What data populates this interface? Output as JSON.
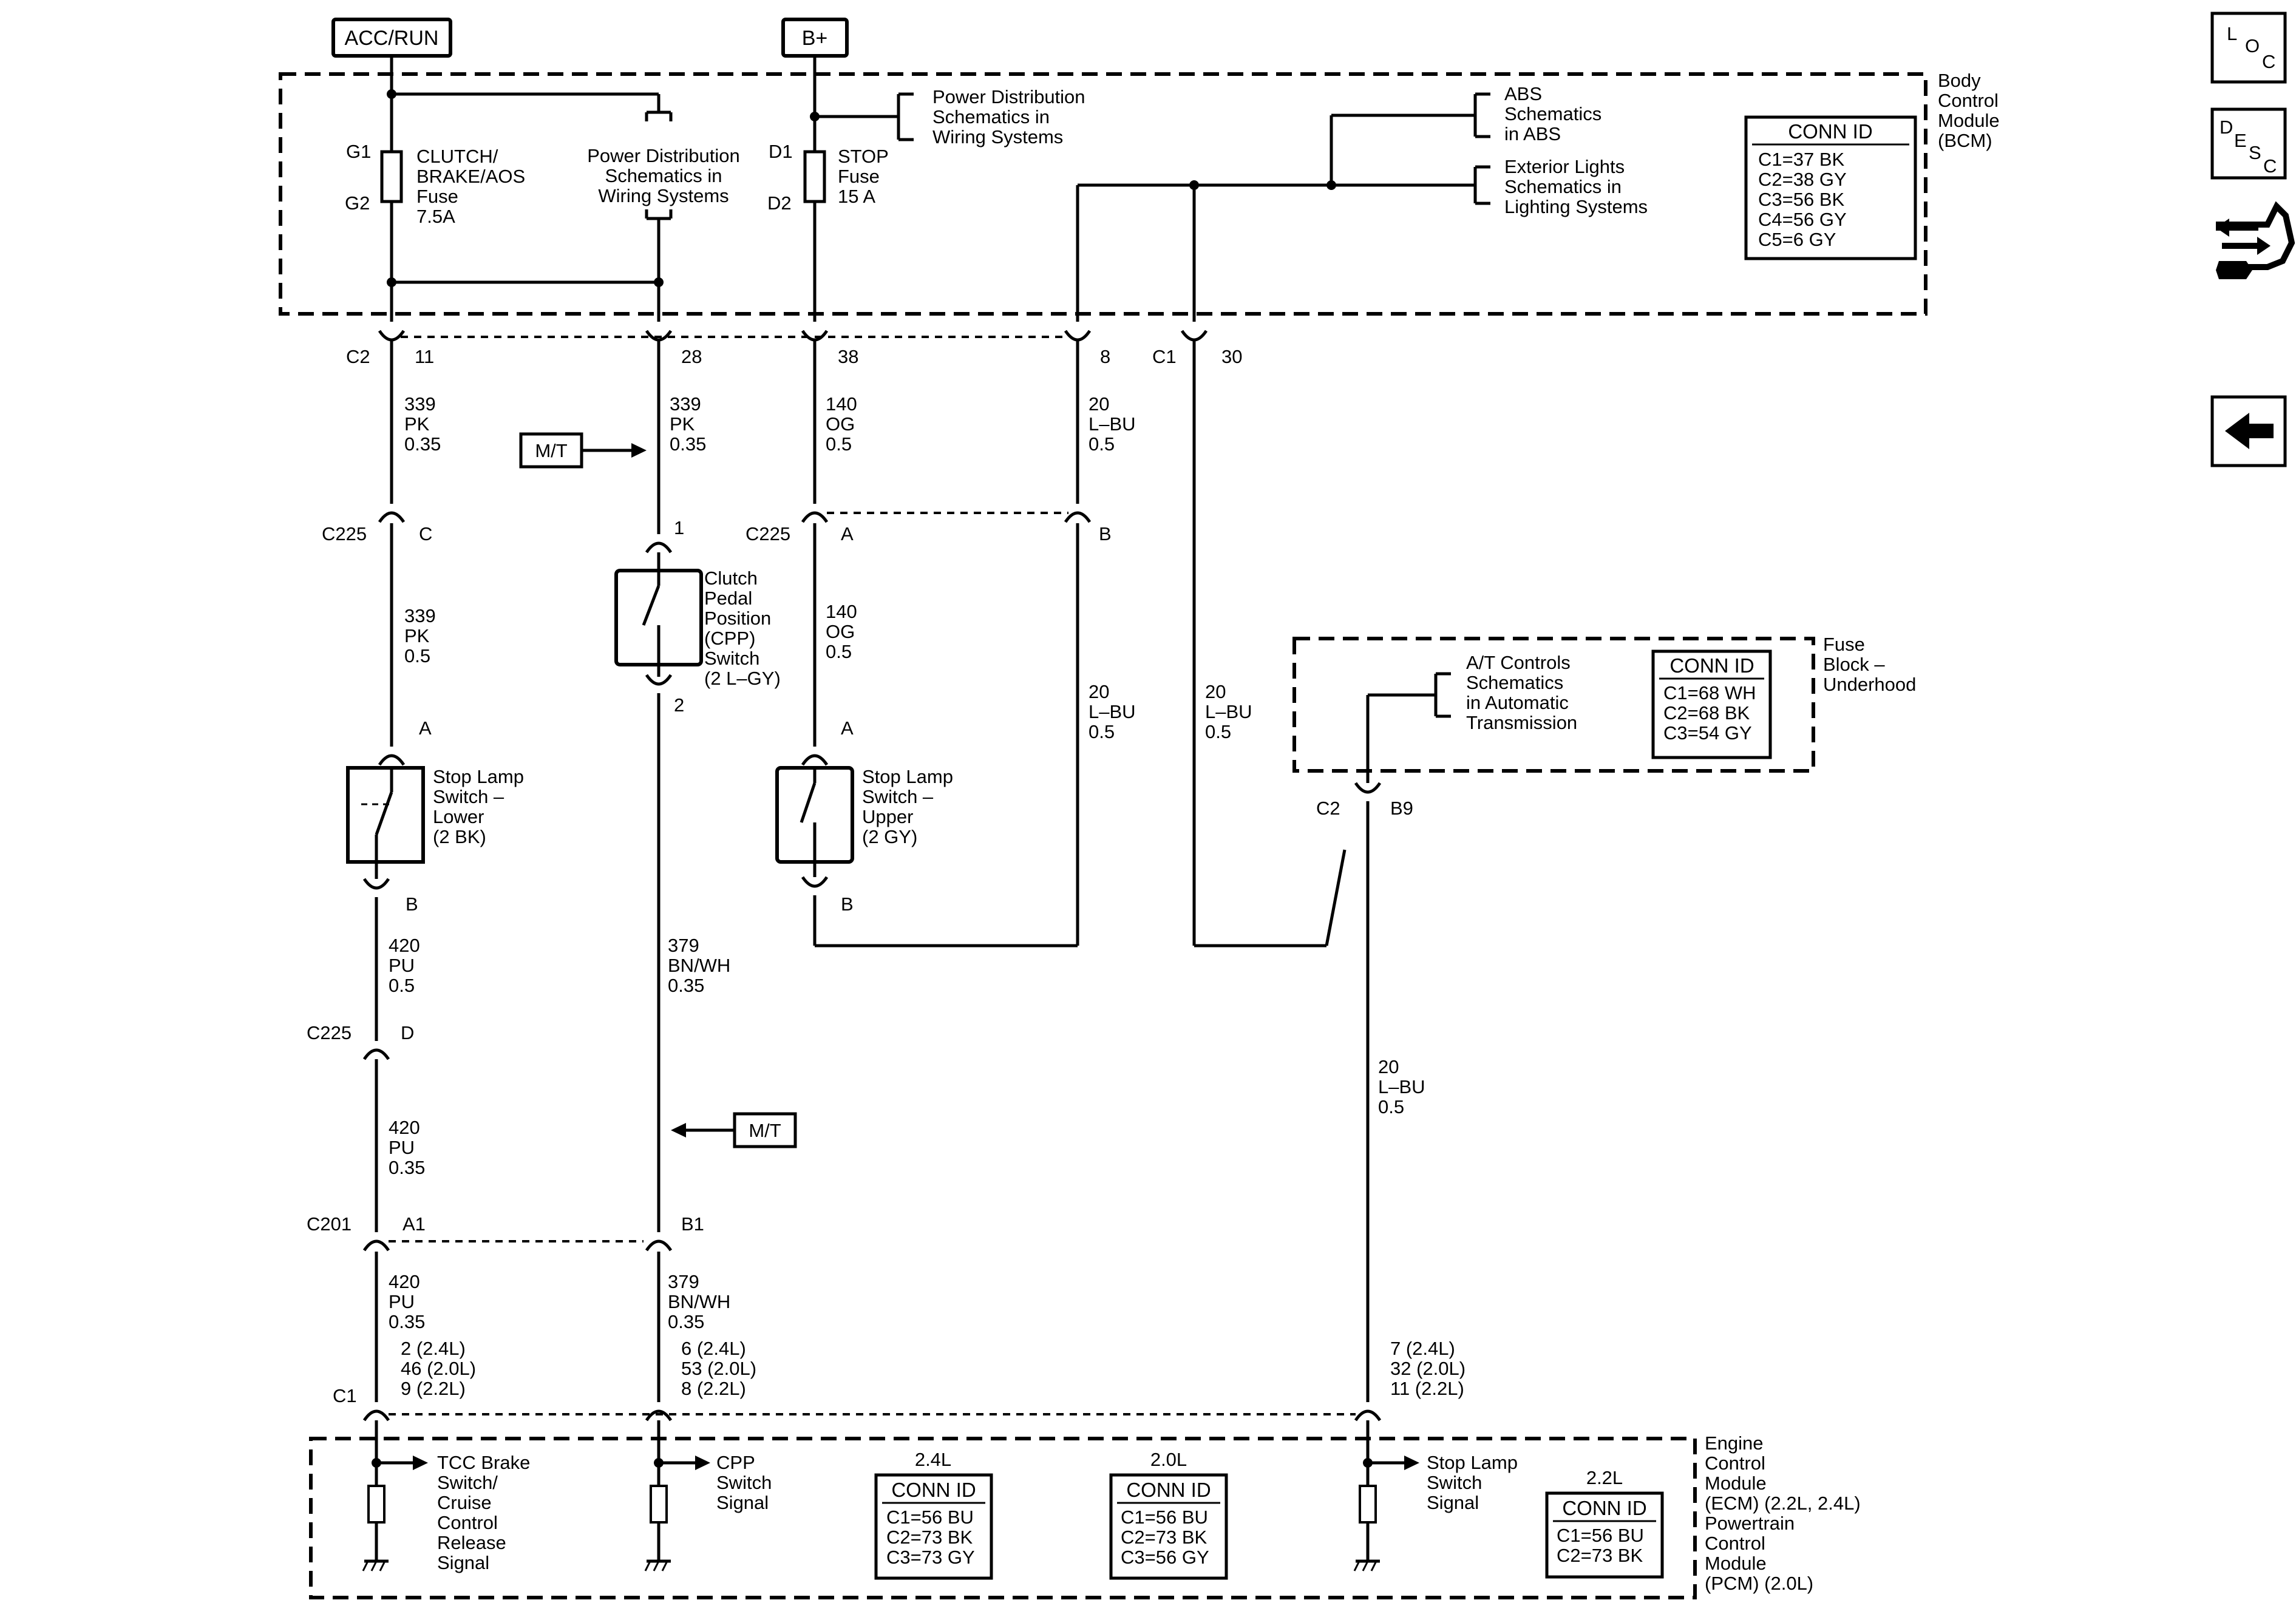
{
  "indicators": {
    "acc_run": "ACC/RUN",
    "bplus": "B+"
  },
  "bcm": {
    "label": [
      "Body",
      "Control",
      "Module",
      "(BCM)"
    ],
    "conn_title": "CONN ID",
    "conn": [
      "C1=37 BK",
      "C2=38 GY",
      "C3=56 BK",
      "C4=56 GY",
      "C5=6 GY"
    ],
    "g1": "G1",
    "g2": "G2",
    "d1": "D1",
    "d2": "D2",
    "fuse1": [
      "CLUTCH/",
      "BRAKE/AOS",
      "Fuse",
      "7.5A"
    ],
    "fuse2": [
      "STOP",
      "Fuse",
      "15 A"
    ],
    "pd_ref1": [
      "Power Distribution",
      "Schematics in",
      "Wiring Systems"
    ],
    "pd_ref2": [
      "Power Distribution",
      "Schematics in",
      "Wiring Systems"
    ],
    "abs_ref": [
      "ABS",
      "Schematics",
      "in ABS"
    ],
    "ext_ref": [
      "Exterior Lights",
      "Schematics in",
      "Lighting Systems"
    ]
  },
  "bcm_pins": {
    "c2": "C2",
    "c1": "C1",
    "p11": "11",
    "p28": "28",
    "p38": "38",
    "p8": "8",
    "p30": "30"
  },
  "wires": {
    "w_339_pk_035_a": [
      "339",
      "PK",
      "0.35"
    ],
    "w_339_pk_035_b": [
      "339",
      "PK",
      "0.35"
    ],
    "w_140_og_05_a": [
      "140",
      "OG",
      "0.5"
    ],
    "w_20_lbu_05_a": [
      "20",
      "L–BU",
      "0.5"
    ],
    "w_339_pk_05": [
      "339",
      "PK",
      "0.5"
    ],
    "w_140_og_05_b": [
      "140",
      "OG",
      "0.5"
    ],
    "w_20_lbu_05_b": [
      "20",
      "L–BU",
      "0.5"
    ],
    "w_20_lbu_05_c": [
      "20",
      "L–BU",
      "0.5"
    ],
    "w_420_pu_05": [
      "420",
      "PU",
      "0.5"
    ],
    "w_379_bnwh_035_a": [
      "379",
      "BN/WH",
      "0.35"
    ],
    "w_420_pu_035_a": [
      "420",
      "PU",
      "0.35"
    ],
    "w_20_lbu_05_d": [
      "20",
      "L–BU",
      "0.5"
    ],
    "w_420_pu_035_b": [
      "420",
      "PU",
      "0.35"
    ],
    "w_379_bnwh_035_b": [
      "379",
      "BN/WH",
      "0.35"
    ]
  },
  "connectors": {
    "c225": "C225",
    "c225_b": "C225",
    "c225_c": "C225",
    "pin_c": "C",
    "pin_a_stop": "A",
    "pin_b_c225": "B",
    "pin_d": "D",
    "pin_1": "1",
    "pin_2": "2",
    "c201": "C201",
    "pin_a1": "A1",
    "pin_b1": "B1",
    "c1_ecm": "C1",
    "sl_lower_a": "A",
    "sl_lower_b": "B",
    "sl_upper_a": "A",
    "sl_upper_b": "B",
    "c2_fb": "C2",
    "b9": "B9"
  },
  "mt_tag": "M/T",
  "components": {
    "cpp": [
      "Clutch",
      "Pedal",
      "Position",
      "(CPP)",
      "Switch",
      "(2 L–GY)"
    ],
    "stop_lower": [
      "Stop Lamp",
      "Switch –",
      "Lower",
      "(2 BK)"
    ],
    "stop_upper": [
      "Stop Lamp",
      "Switch –",
      "Upper",
      "(2 GY)"
    ]
  },
  "fuse_block": {
    "label": [
      "Fuse",
      "Block –",
      "Underhood"
    ],
    "at_ref": [
      "A/T Controls",
      "Schematics",
      "in Automatic",
      "Transmission"
    ],
    "conn_title": "CONN ID",
    "conn": [
      "C1=68 WH",
      "C2=68 BK",
      "C3=54 GY"
    ]
  },
  "ecm_pins": {
    "left": [
      "2 (2.4L)",
      "46 (2.0L)",
      "9 (2.2L)"
    ],
    "mid": [
      "6 (2.4L)",
      "53 (2.0L)",
      "8 (2.2L)"
    ],
    "right": [
      "7 (2.4L)",
      "32 (2.0L)",
      "11 (2.2L)"
    ]
  },
  "ecm": {
    "label": [
      "Engine",
      "Control",
      "Module",
      "(ECM) (2.2L, 2.4L)",
      "Powertrain",
      "Control",
      "Module",
      "(PCM) (2.0L)"
    ],
    "tcc": [
      "TCC Brake",
      "Switch/",
      "Cruise",
      "Control",
      "Release",
      "Signal"
    ],
    "cpp_sig": [
      "CPP",
      "Switch",
      "Signal"
    ],
    "stop_sig": [
      "Stop Lamp",
      "Switch",
      "Signal"
    ],
    "box24": {
      "title": "2.4L",
      "head": "CONN ID",
      "rows": [
        "C1=56 BU",
        "C2=73 BK",
        "C3=73 GY"
      ]
    },
    "box20": {
      "title": "2.0L",
      "head": "CONN ID",
      "rows": [
        "C1=56 BU",
        "C2=73 BK",
        "C3=56 GY"
      ]
    },
    "box22": {
      "title": "2.2L",
      "head": "CONN ID",
      "rows": [
        "C1=56 BU",
        "C2=73 BK"
      ]
    }
  },
  "nav": {
    "loc": [
      "L",
      "O",
      "C"
    ],
    "desc": [
      "D",
      "E",
      "S",
      "C"
    ]
  }
}
